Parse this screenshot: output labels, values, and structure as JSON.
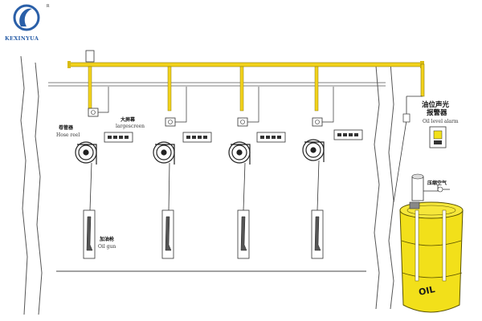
{
  "brand": {
    "name": "KEXINYUA",
    "registered_mark": "R",
    "logo_color": "#2a5fa8"
  },
  "labels": {
    "large_screen_cn": "大屏幕",
    "large_screen_en": "largescreen",
    "hose_reel_cn": "卷管器",
    "hose_reel_en": "Hose reel",
    "oil_gun_cn": "加油枪",
    "oil_gun_en": "Oil gun",
    "oil_alarm_cn_1": "油位声光",
    "oil_alarm_cn_2": "报警器",
    "oil_alarm_en": "Oil level alarm",
    "compressed_air_cn": "压缩空气",
    "drum_text": "OIL"
  },
  "colors": {
    "pipe": "#f2d21b",
    "drum": "#f2e01a",
    "drum_oil": "#e8e000",
    "line": "#333333"
  },
  "icons": [
    "logo-icon",
    "hose-reel-icon",
    "oil-gun-icon",
    "display-screen-icon",
    "pump-icon",
    "alarm-icon",
    "oil-drum-icon"
  ]
}
